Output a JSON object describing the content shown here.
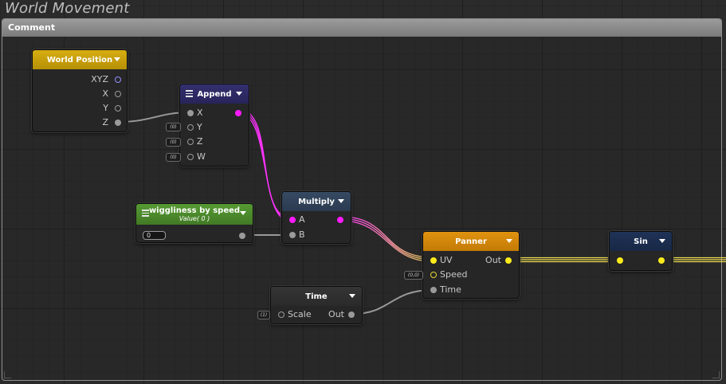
{
  "graph": {
    "title": "World Movement"
  },
  "comment": {
    "label": "Comment"
  },
  "nodes": {
    "world_position": {
      "title": "World Position",
      "outputs": [
        "XYZ",
        "X",
        "Y",
        "Z"
      ]
    },
    "append": {
      "title": "Append",
      "inputs": [
        "X",
        "Y",
        "Z",
        "W"
      ],
      "defaults": [
        "(0)",
        "(0)",
        "(0)"
      ]
    },
    "multiply": {
      "title": "Multiply",
      "inputs": [
        "A",
        "B"
      ]
    },
    "wiggliness": {
      "title": "wiggliness by speed",
      "subtitle": "Value( 0 )",
      "value": "0"
    },
    "panner": {
      "title": "Panner",
      "inputs": [
        "UV",
        "Speed",
        "Time"
      ],
      "output": "Out",
      "speed_default": "(0,0)"
    },
    "time": {
      "title": "Time",
      "input": "Scale",
      "output": "Out",
      "scale_default": "(1)"
    },
    "sin": {
      "title": "Sin"
    }
  },
  "colors": {
    "world_position_header": "#c9a10c",
    "append_header": "#2e2a63",
    "multiply_header": "#2f4158",
    "wiggliness_header": "#4c8a2d",
    "panner_header": "#d68a0b",
    "time_header": "#2e2e2e",
    "sin_header": "#1b2d4e",
    "wire_vector": "#ff33ff",
    "wire_float": "#9a9a9a",
    "wire_uv": "#eedd55"
  }
}
